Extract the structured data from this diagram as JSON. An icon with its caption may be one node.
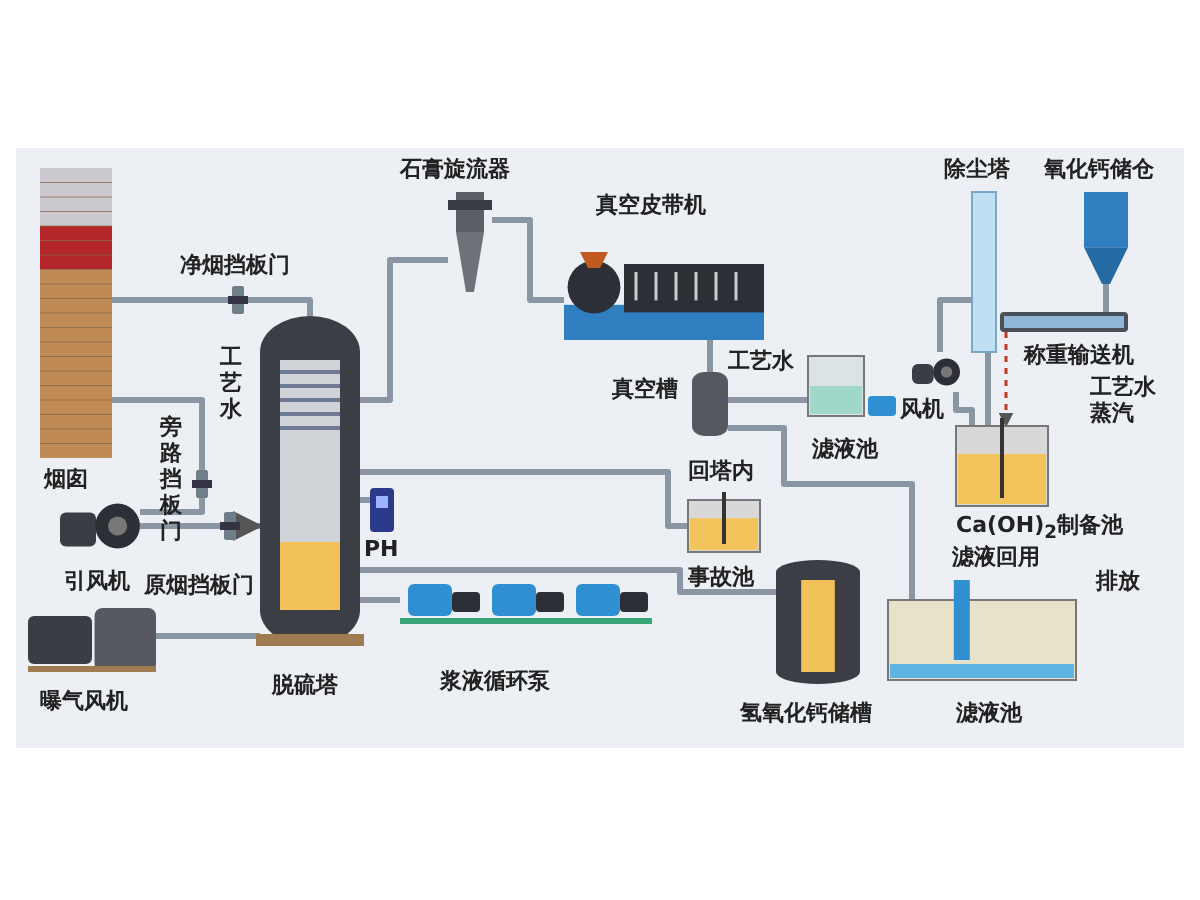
{
  "diagram": {
    "nodes": [
      {
        "text": [
          "烟囱"
        ]
      },
      {
        "text": [
          "净烟挡板门"
        ]
      },
      {
        "text": [
          "旁路挡板门"
        ]
      },
      {
        "text": [
          "原烟挡板门"
        ]
      },
      {
        "text": [
          "引风机"
        ]
      },
      {
        "text": [
          "曝气风机"
        ]
      },
      {
        "text": [
          "脱硫塔"
        ]
      },
      {
        "text": [
          "PH"
        ]
      },
      {
        "text": [
          "浆液循环泵"
        ]
      },
      {
        "text": [
          "石膏旋流器"
        ]
      },
      {
        "text": [
          "真空皮带机"
        ]
      },
      {
        "text": [
          "真空槽"
        ]
      },
      {
        "text": [
          "滤液池"
        ]
      },
      {
        "text": [
          "事故池"
        ]
      },
      {
        "text": [
          "氢氧化钙储槽"
        ]
      },
      {
        "text": [
          "除尘塔"
        ]
      },
      {
        "text": [
          "氧化钙储仓"
        ]
      },
      {
        "text": [
          "称重输送机"
        ]
      },
      {
        "text": [
          "风机"
        ]
      },
      {
        "text": [
          "Ca(OH)$_{2}$制备池"
        ]
      },
      {
        "text": [
          "滤液池"
        ]
      }
    ],
    "edges": [
      {
        "from": 4,
        "to": 3,
        "arrow": "none"
      },
      {
        "from": 3,
        "to": 6,
        "arrow": "to"
      },
      {
        "from": 6,
        "to": 1,
        "arrow": "none"
      },
      {
        "from": 1,
        "to": 0,
        "arrow": "none"
      },
      {
        "from": 4,
        "to": 2,
        "arrow": "none"
      },
      {
        "from": 2,
        "to": 0,
        "arrow": "none"
      },
      {
        "from": 5,
        "to": 6,
        "arrow": "none"
      },
      {
        "from": 7,
        "to": 6,
        "arrow": "none"
      },
      {
        "from": 8,
        "to": 6,
        "arrow": "none"
      },
      {
        "from": 6,
        "to": 9,
        "arrow": "none"
      },
      {
        "from": 9,
        "to": 10,
        "arrow": "none"
      },
      {
        "from": 10,
        "to": 11,
        "arrow": "none"
      },
      {
        "from": 11,
        "to": 12,
        "arrow": "none"
      },
      {
        "from": 11,
        "to": 20,
        "arrow": "none"
      },
      {
        "from": 13,
        "to": 6,
        "arrow": "none"
      },
      {
        "from": 14,
        "to": 6,
        "arrow": "none"
      },
      {
        "from": 15,
        "to": 18,
        "arrow": "none"
      },
      {
        "from": 18,
        "to": 19,
        "arrow": "none"
      },
      {
        "from": 15,
        "to": 19,
        "arrow": "none"
      },
      {
        "from": 16,
        "to": 17,
        "arrow": "none"
      },
      {
        "from": 17,
        "to": 19,
        "arrow": "to",
        "style": "dashed",
        "color": "#c0392b"
      }
    ],
    "labels": [
      "工艺水",
      "工艺水",
      "回塔内",
      "工艺水",
      "蒸汽",
      "滤液回用",
      "排放"
    ]
  }
}
